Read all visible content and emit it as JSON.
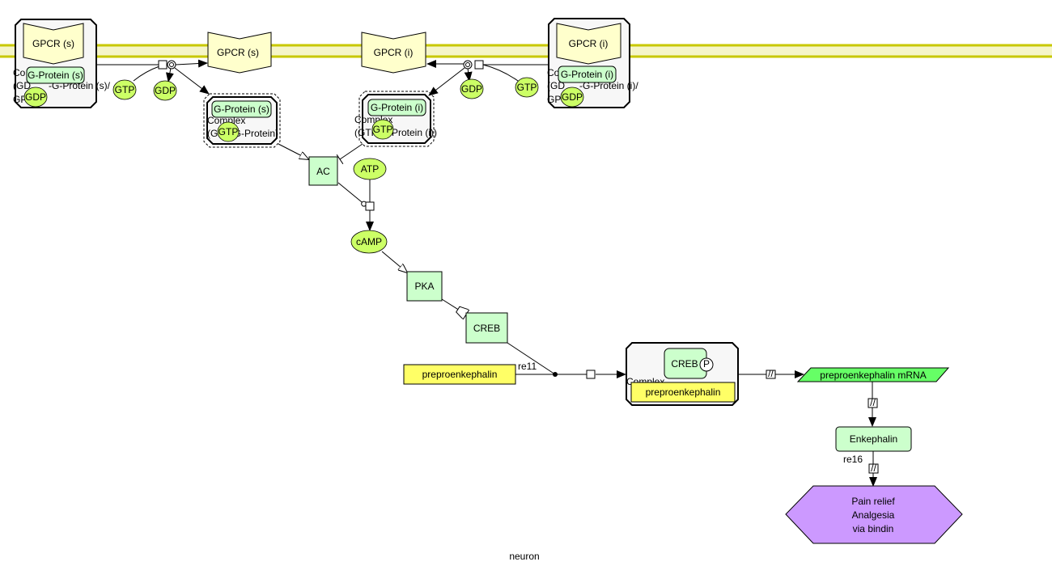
{
  "diagram": {
    "compartment_label": "neuron",
    "membrane_color": "#c8c800",
    "colors": {
      "receptor": "#ffffcc",
      "protein": "#ccffcc",
      "simple_molecule": "#ccff66",
      "gene": "#ffff66",
      "rna": "#66ff66",
      "phenotype": "#cc99ff",
      "complex_fill": "#f7f7f7"
    },
    "nodes": {
      "gpcr_s_complex": {
        "label": "Complex (GDP-G-Protein (s)/GPCR)",
        "label_visible": [
          "Co",
          "(GD",
          "-G-Protein (s)/",
          "GP"
        ],
        "receptor": "GPCR (s)",
        "protein": "G-Protein (s)",
        "molecule": "GDP"
      },
      "gpcr_s": {
        "label": "GPCR (s)"
      },
      "gtp_s": {
        "label": "GTP"
      },
      "gdp_s": {
        "label": "GDP"
      },
      "gprotein_s_complex": {
        "label_line1": "Complex",
        "label_line2": "(GTP-G-Protein)",
        "protein": "G-Protein (s)",
        "molecule": "GTP"
      },
      "gpcr_i": {
        "label": "GPCR (i)"
      },
      "gdp_i": {
        "label": "GDP"
      },
      "gtp_i": {
        "label": "GTP"
      },
      "gprotein_i_complex": {
        "label_line1": "Complex",
        "label_line2": "(GTP-G-Protein (i))",
        "protein": "G-Protein (i)",
        "molecule": "GTP"
      },
      "gpcr_i_complex": {
        "label": "Complex (GDP-G-Protein (i)/GPCR)",
        "receptor": "GPCR (i)",
        "protein": "G-Protein (i)",
        "molecule": "GDP"
      },
      "ac": {
        "label": "AC"
      },
      "atp": {
        "label": "ATP"
      },
      "camp": {
        "label": "cAMP"
      },
      "pka": {
        "label": "PKA"
      },
      "creb": {
        "label": "CREB"
      },
      "preproenkephalin_gene": {
        "label": "preproenkephalin"
      },
      "creb_complex": {
        "label": "Complex",
        "protein": "CREB",
        "modification": "P",
        "gene": "preproenkephalin"
      },
      "mrna": {
        "label": "preproenkephalin mRNA"
      },
      "enkephalin": {
        "label": "Enkephalin"
      },
      "phenotype": {
        "lines": [
          "Pain relief",
          "Analgesia",
          "via bindin"
        ]
      }
    },
    "reactions": {
      "re11": {
        "label": "re11"
      },
      "re16": {
        "label": "re16"
      },
      "transcription_marker": "//"
    }
  }
}
